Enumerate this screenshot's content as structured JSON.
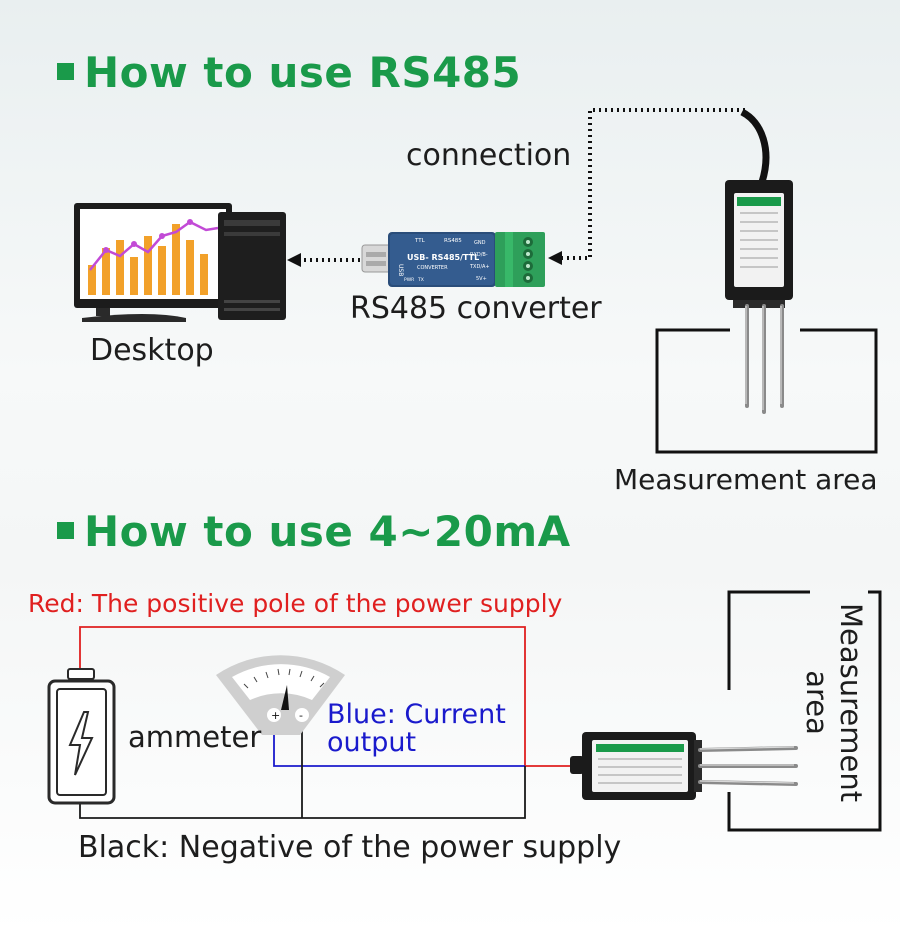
{
  "sections": {
    "rs485": {
      "title": "How to use RS485"
    },
    "ma": {
      "title": "How to use 4~20mA"
    }
  },
  "rs485_diagram": {
    "connection_label": "connection",
    "converter_label": "RS485 converter",
    "desktop_label": "Desktop",
    "measurement_label": "Measurement area",
    "converter_device": {
      "usb_text": "USB",
      "ttl_text": "TTL",
      "rs485_text": "RS485",
      "main_text": "USB- RS485/TTL",
      "converter_text": "CONVERTER",
      "pins": [
        "GND",
        "RXD/B-",
        "TXD/A+",
        "5V+"
      ],
      "pwr_text": "PWR",
      "tx_text": "TX"
    }
  },
  "ma_diagram": {
    "red_label": "Red: The positive pole of the power supply",
    "blue_label_line1": "Blue: Current",
    "blue_label_line2": "output",
    "black_label": "Black: Negative of the power supply",
    "ammeter_label": "ammeter",
    "measurement_label_line1": "Measurement",
    "measurement_label_line2": "area",
    "ammeter_plus": "+",
    "ammeter_minus": "-"
  },
  "colors": {
    "heading_green": "#1a9a4a",
    "red_wire": "#e02020",
    "blue_wire": "#1a1acc",
    "black_wire": "#1a1a1a"
  }
}
